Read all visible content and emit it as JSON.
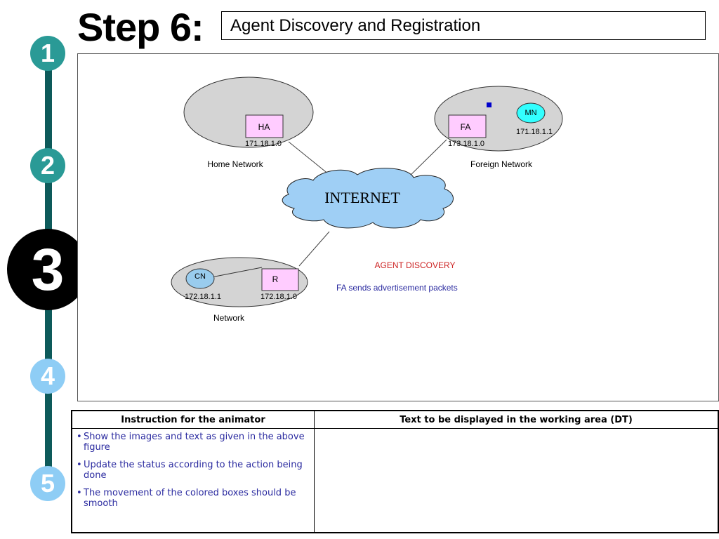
{
  "step_numbers": [
    "1",
    "2",
    "3",
    "4",
    "5"
  ],
  "header": {
    "step_title": "Step 6:",
    "subtitle": "Agent Discovery and Registration"
  },
  "diagram": {
    "home_network": {
      "label": "Home Network",
      "node": "HA",
      "address": "171.18.1.0"
    },
    "foreign_network": {
      "label": "Foreign Network",
      "node": "FA",
      "address": "173.18.1.0",
      "mobile_node": "MN",
      "mobile_address": "171.18.1.1"
    },
    "internet_label": "INTERNET",
    "network": {
      "label": "Network",
      "cn": "CN",
      "cn_address": "172.18.1.1",
      "router": "R",
      "router_address": "172.18.1.0"
    },
    "status_title": "AGENT DISCOVERY",
    "status_text": "FA sends advertisement packets",
    "colors": {
      "ellipse": "#d4d4d4",
      "node_box": "#ffccff",
      "cloud": "#9fcff5",
      "mn": "#33ffff",
      "cn": "#99ccee",
      "status_title": "#cc2222",
      "status_text": "#2b2ba0",
      "packet": "#0000cc"
    }
  },
  "table": {
    "header_left": "Instruction for the animator",
    "header_right": "Text to be displayed in the working area (DT)",
    "instructions": [
      "Show the images and text as given in the above figure",
      "Update the status according to the action being done",
      " The movement of the colored boxes should be smooth"
    ],
    "right_text": ""
  }
}
